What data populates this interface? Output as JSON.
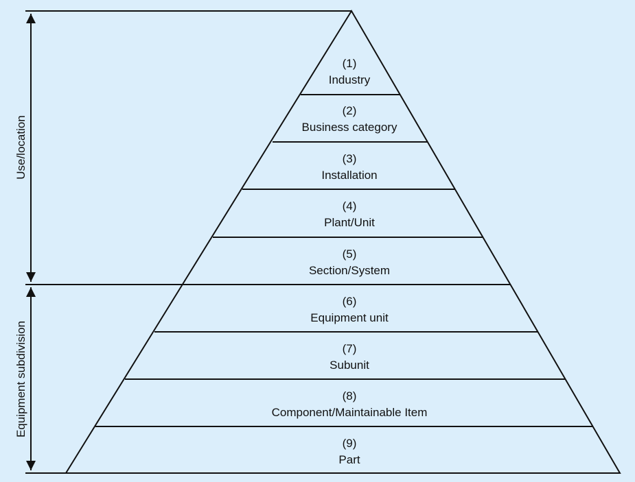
{
  "diagram": {
    "levels": [
      {
        "number": "(1)",
        "name": "Industry"
      },
      {
        "number": "(2)",
        "name": "Business category"
      },
      {
        "number": "(3)",
        "name": "Installation"
      },
      {
        "number": "(4)",
        "name": "Plant/Unit"
      },
      {
        "number": "(5)",
        "name": "Section/System"
      },
      {
        "number": "(6)",
        "name": "Equipment unit"
      },
      {
        "number": "(7)",
        "name": "Subunit"
      },
      {
        "number": "(8)",
        "name": "Component/Maintainable Item"
      },
      {
        "number": "(9)",
        "name": "Part"
      }
    ],
    "groups": [
      {
        "label": "Use/location",
        "levels": [
          1,
          5
        ]
      },
      {
        "label": "Equipment subdivision",
        "levels": [
          6,
          9
        ]
      }
    ],
    "colors": {
      "background": "#dbeefb",
      "line": "#111111",
      "text": "#111111"
    }
  }
}
